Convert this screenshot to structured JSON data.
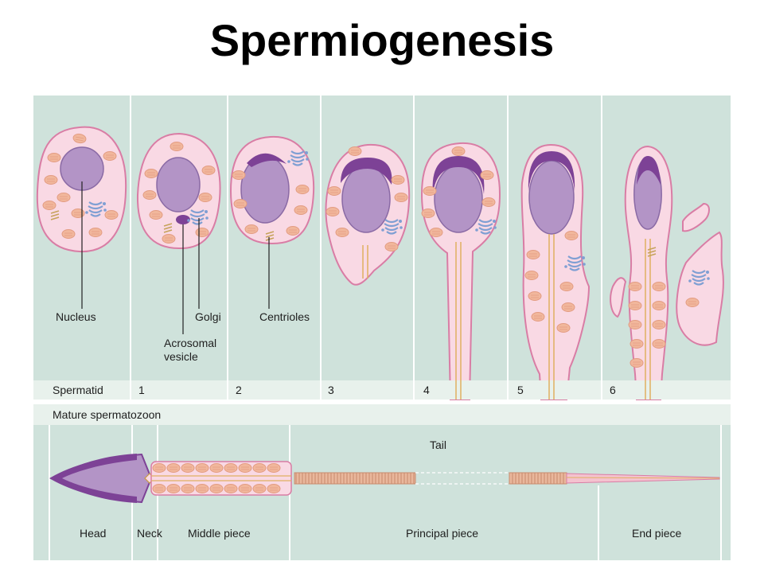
{
  "title": "Spermiogenesis",
  "colors": {
    "panel_bg": "#cfe2db",
    "strip_bg": "#e8f1ec",
    "cell_fill": "#f9d9e4",
    "cell_stroke": "#d97da5",
    "nucleus_fill": "#b394c6",
    "acrosome_fill": "#7d4296",
    "mito_fill": "#f1b79c",
    "golgi": "#7f9fd3",
    "leader": "#222222"
  },
  "labels": {
    "nucleus": "Nucleus",
    "golgi": "Golgi",
    "acrosomal_vesicle": [
      "Acrosomal",
      "vesicle"
    ],
    "centrioles": "Centrioles"
  },
  "spermatid_row": {
    "label": "Spermatid",
    "stages": [
      "1",
      "2",
      "3",
      "4",
      "5",
      "6"
    ]
  },
  "mature": {
    "label": "Mature spermatozoon",
    "tail_label": "Tail",
    "parts": [
      "Head",
      "Neck",
      "Middle piece",
      "Principal piece",
      "End piece"
    ]
  }
}
